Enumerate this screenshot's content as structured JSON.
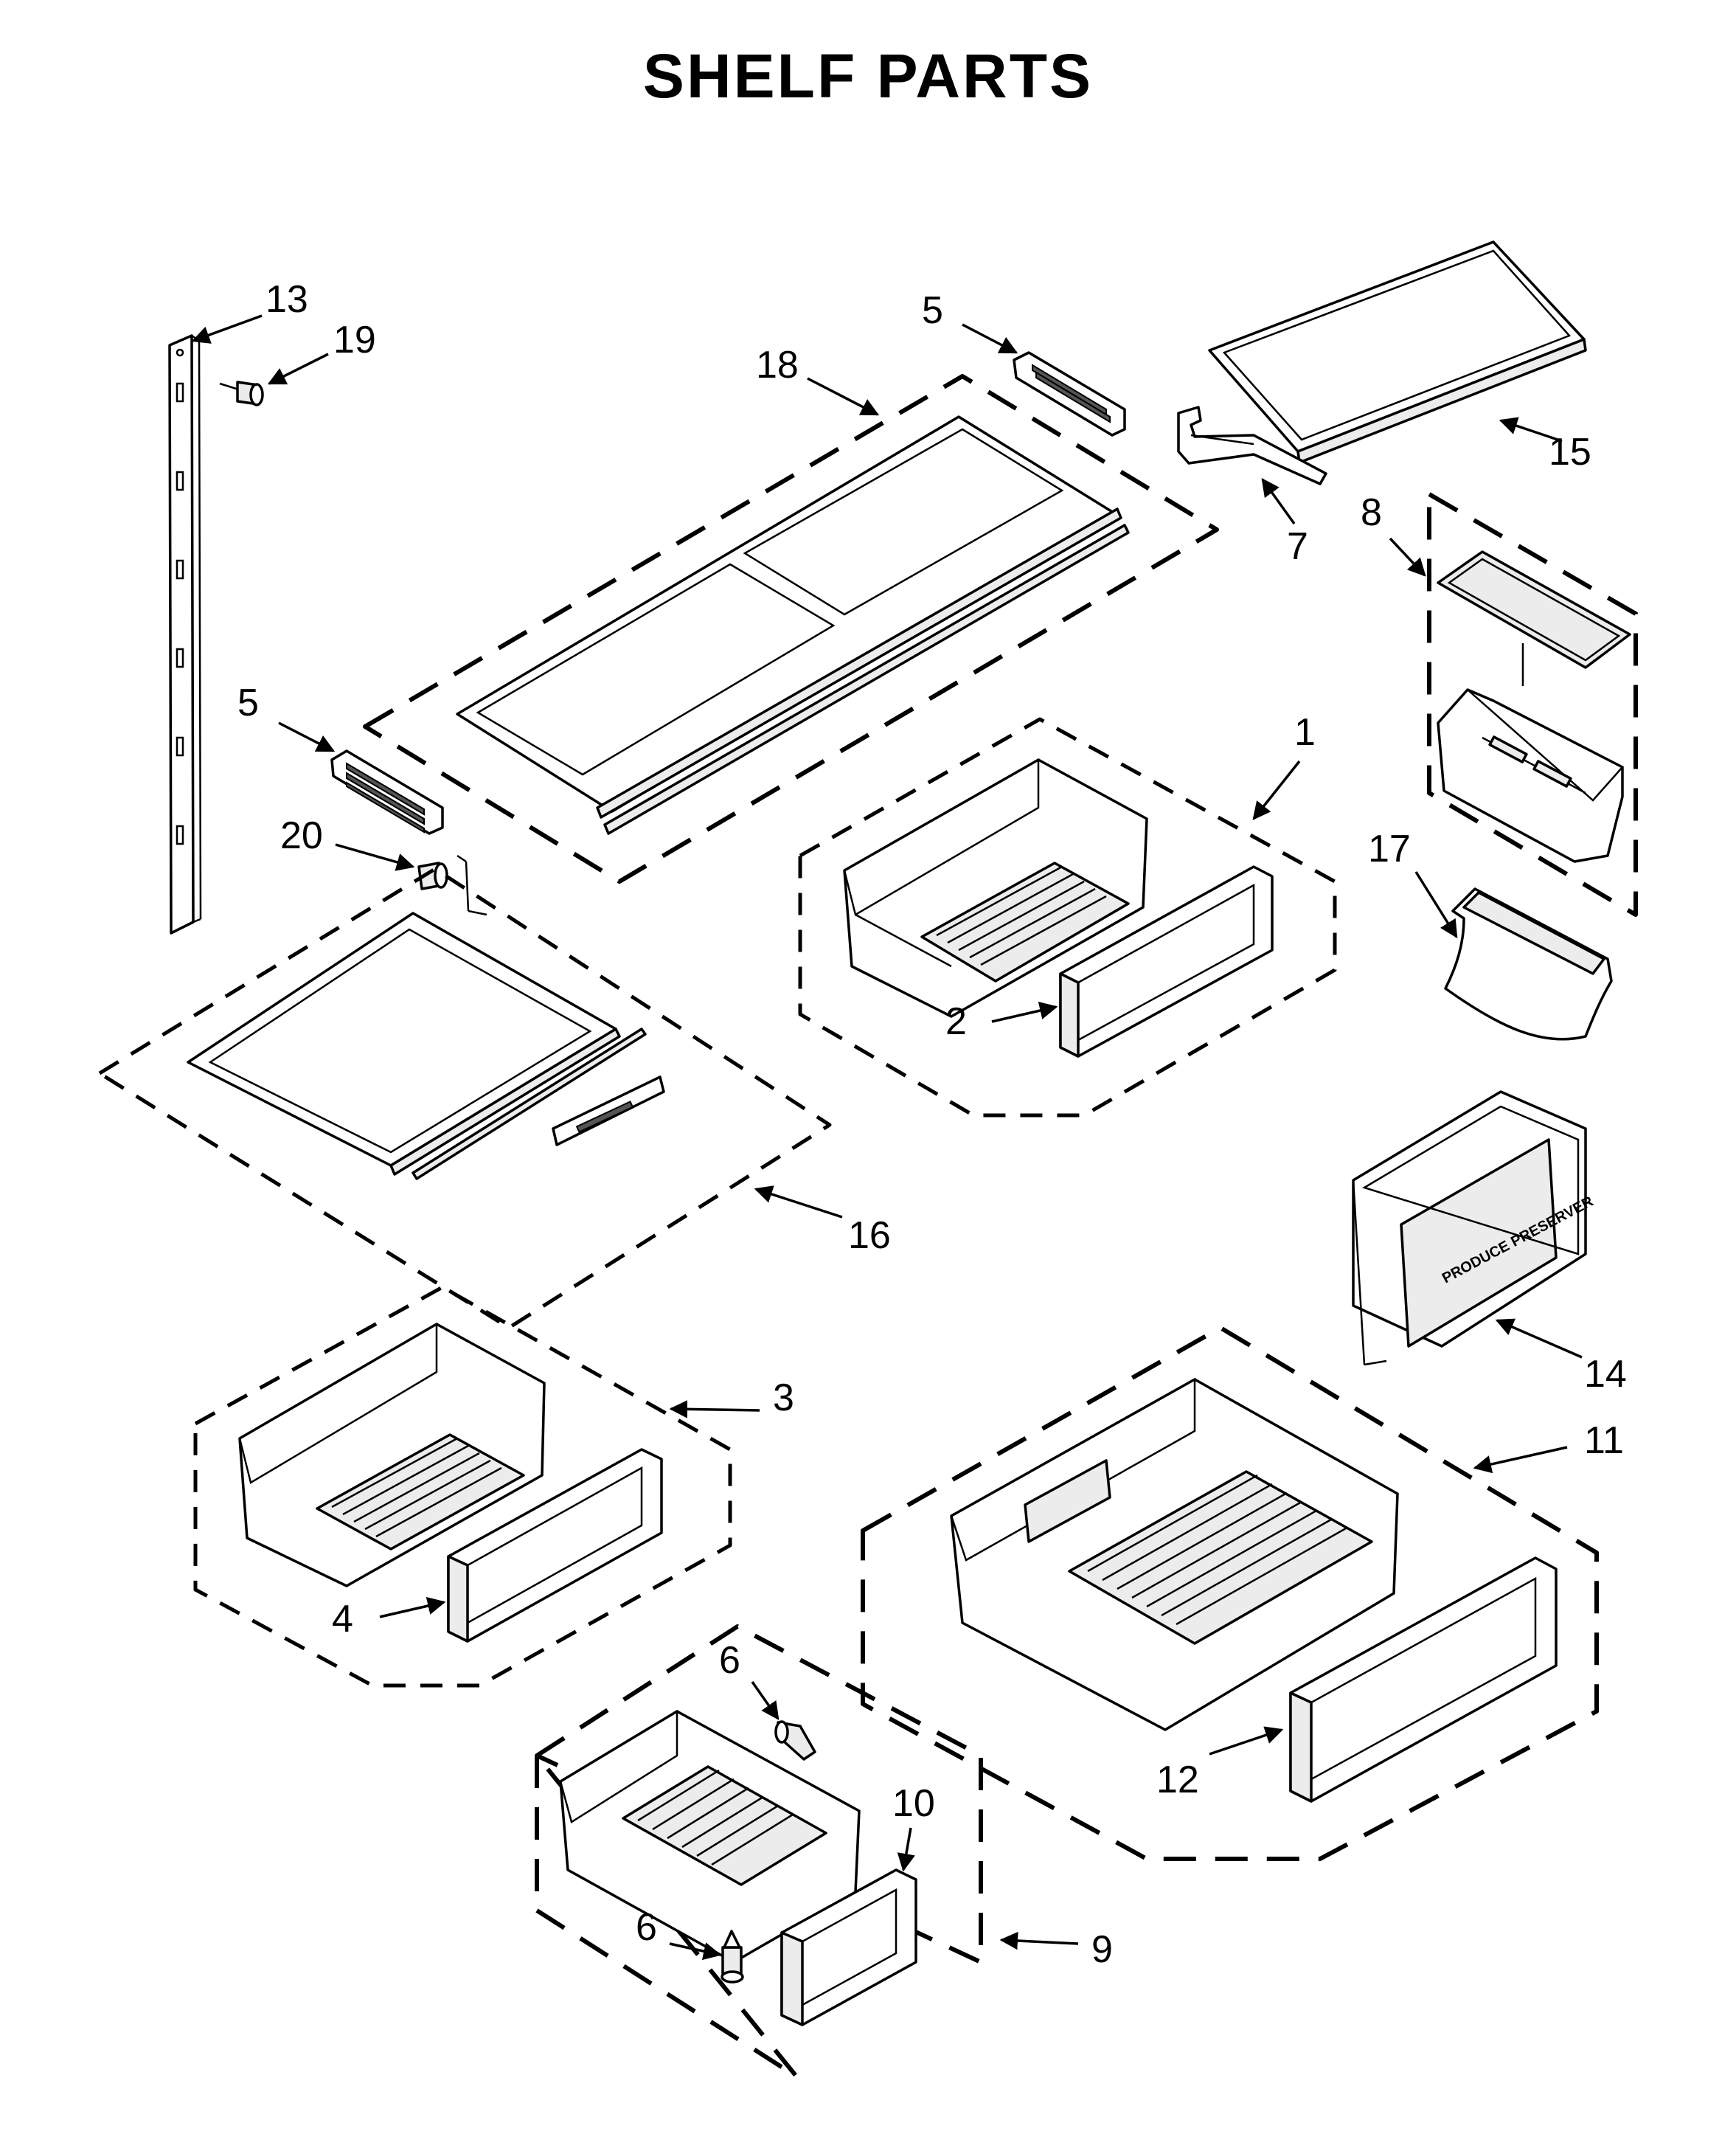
{
  "title": "SHELF PARTS",
  "callouts": [
    "13",
    "19",
    "18",
    "5",
    "15",
    "7",
    "8",
    "5",
    "1",
    "20",
    "17",
    "2",
    "16",
    "14",
    "3",
    "11",
    "4",
    "6",
    "10",
    "12",
    "9",
    "6"
  ],
  "produce_preserver_label": "PRODUCE PRESERVER"
}
